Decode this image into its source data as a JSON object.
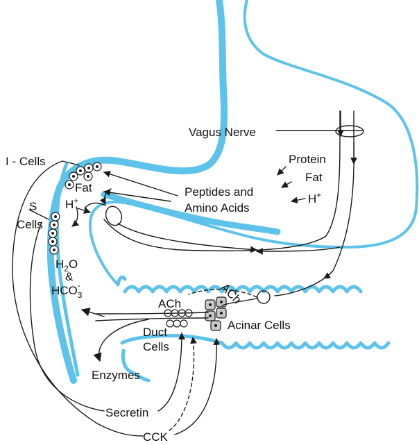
{
  "colors": {
    "organ": "#5ec3ea",
    "ink": "#1a1a1a",
    "acinar_fill": "#c8c8c8"
  },
  "labels": {
    "vagus_nerve": "Vagus Nerve",
    "i_cells": "I - Cells",
    "protein": "Protein",
    "fat_right": "Fat",
    "h_right": "H",
    "h_right_sup": "+",
    "fat_left": "Fat",
    "peptides_line1": "Peptides and",
    "peptides_line2": "Amino Acids",
    "s_line1": "S",
    "s_line2": "Cells",
    "h_left": "H",
    "h_left_sup": "+",
    "h2o_h": "H",
    "h2o_sub": "2",
    "h2o_o": "O",
    "amp": "&",
    "hco": "HCO",
    "hco_sub": "3",
    "hco_sup": "-",
    "ach_left": "ACh",
    "ach_right": "ACh",
    "duct_line1": "Duct",
    "duct_line2": "Cells",
    "acinar": "Acinar Cells",
    "enzymes": "Enzymes",
    "secretin": "Secretin",
    "cck": "CCK"
  }
}
